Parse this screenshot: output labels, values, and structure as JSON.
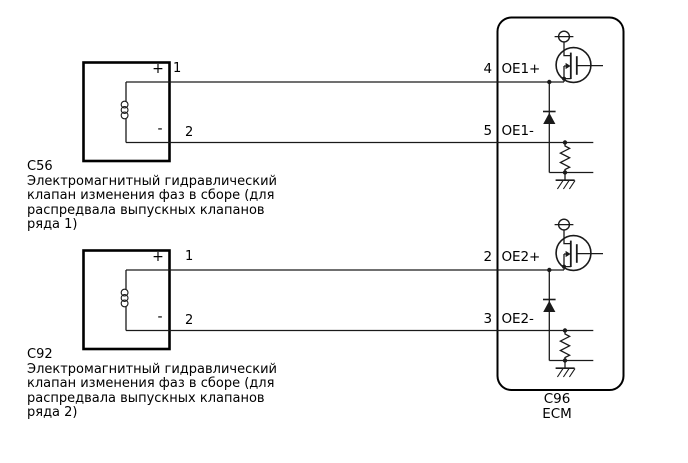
{
  "components": {
    "valve1": {
      "connector_code": "C56",
      "description_lines": [
        "Электромагнитный гидравлический",
        "клапан изменения фаз в сборе (для",
        "распредвала выпускных клапанов",
        "ряда 1)"
      ],
      "polarity_plus": "+",
      "polarity_minus": "-",
      "pin_plus": "1",
      "pin_minus": "2"
    },
    "valve2": {
      "connector_code": "C92",
      "description_lines": [
        "Электромагнитный гидравлический",
        "клапан изменения фаз в сборе (для",
        "распредвала выпускных клапанов",
        "ряда 2)"
      ],
      "polarity_plus": "+",
      "polarity_minus": "-",
      "pin_plus": "1",
      "pin_minus": "2"
    },
    "ecm": {
      "connector_code": "C96",
      "label": "ECM",
      "pins": [
        {
          "number": "4",
          "name": "OE1+"
        },
        {
          "number": "5",
          "name": "OE1-"
        },
        {
          "number": "2",
          "name": "OE2+"
        },
        {
          "number": "3",
          "name": "OE2-"
        }
      ]
    }
  },
  "colors": {
    "background": "#ffffff",
    "line": "#1a1a1a",
    "text": "#000000"
  }
}
